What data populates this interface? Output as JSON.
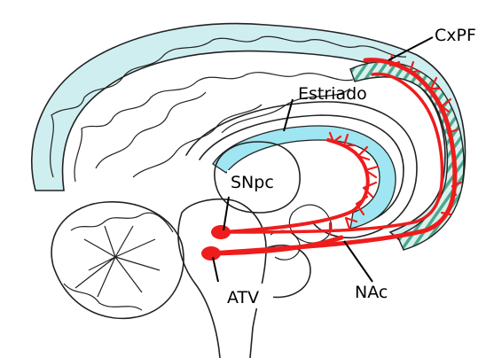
{
  "labels": {
    "cxpf": "CxPF",
    "estriado": "Estriado",
    "snpc": "SNpc",
    "atv": "ATV",
    "nac": "NAc"
  },
  "colors": {
    "pathway": "#ee1c1c",
    "cortex_fill": "#cfeef0",
    "striatum_fill": "#9fe6f2",
    "pfc_stripe": "#4aa98f",
    "outline": "#222222",
    "background": "#ffffff"
  }
}
